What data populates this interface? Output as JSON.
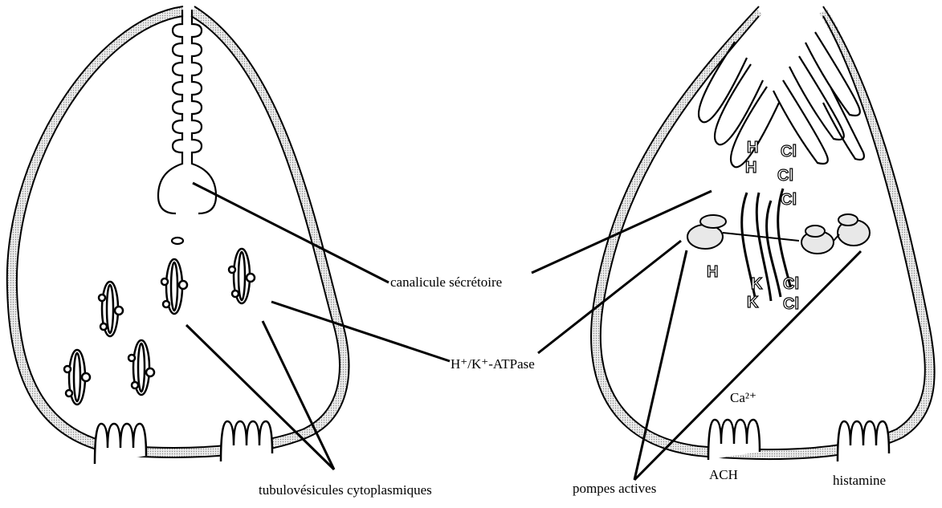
{
  "labels": {
    "canalicule": "canalicule sécrétoire",
    "atpase": "H⁺/K⁺-ATPase",
    "tubulo": "tubulovésicules cytoplasmiques",
    "pompes": "pompes actives",
    "calcium": "Ca²⁺",
    "ach": "ACH",
    "histamine": "histamine"
  },
  "ions": [
    "H",
    "K",
    "Cl"
  ],
  "colors": {
    "stroke": "#000000",
    "membrane_fill": "#d9d9d9",
    "background": "#ffffff"
  }
}
